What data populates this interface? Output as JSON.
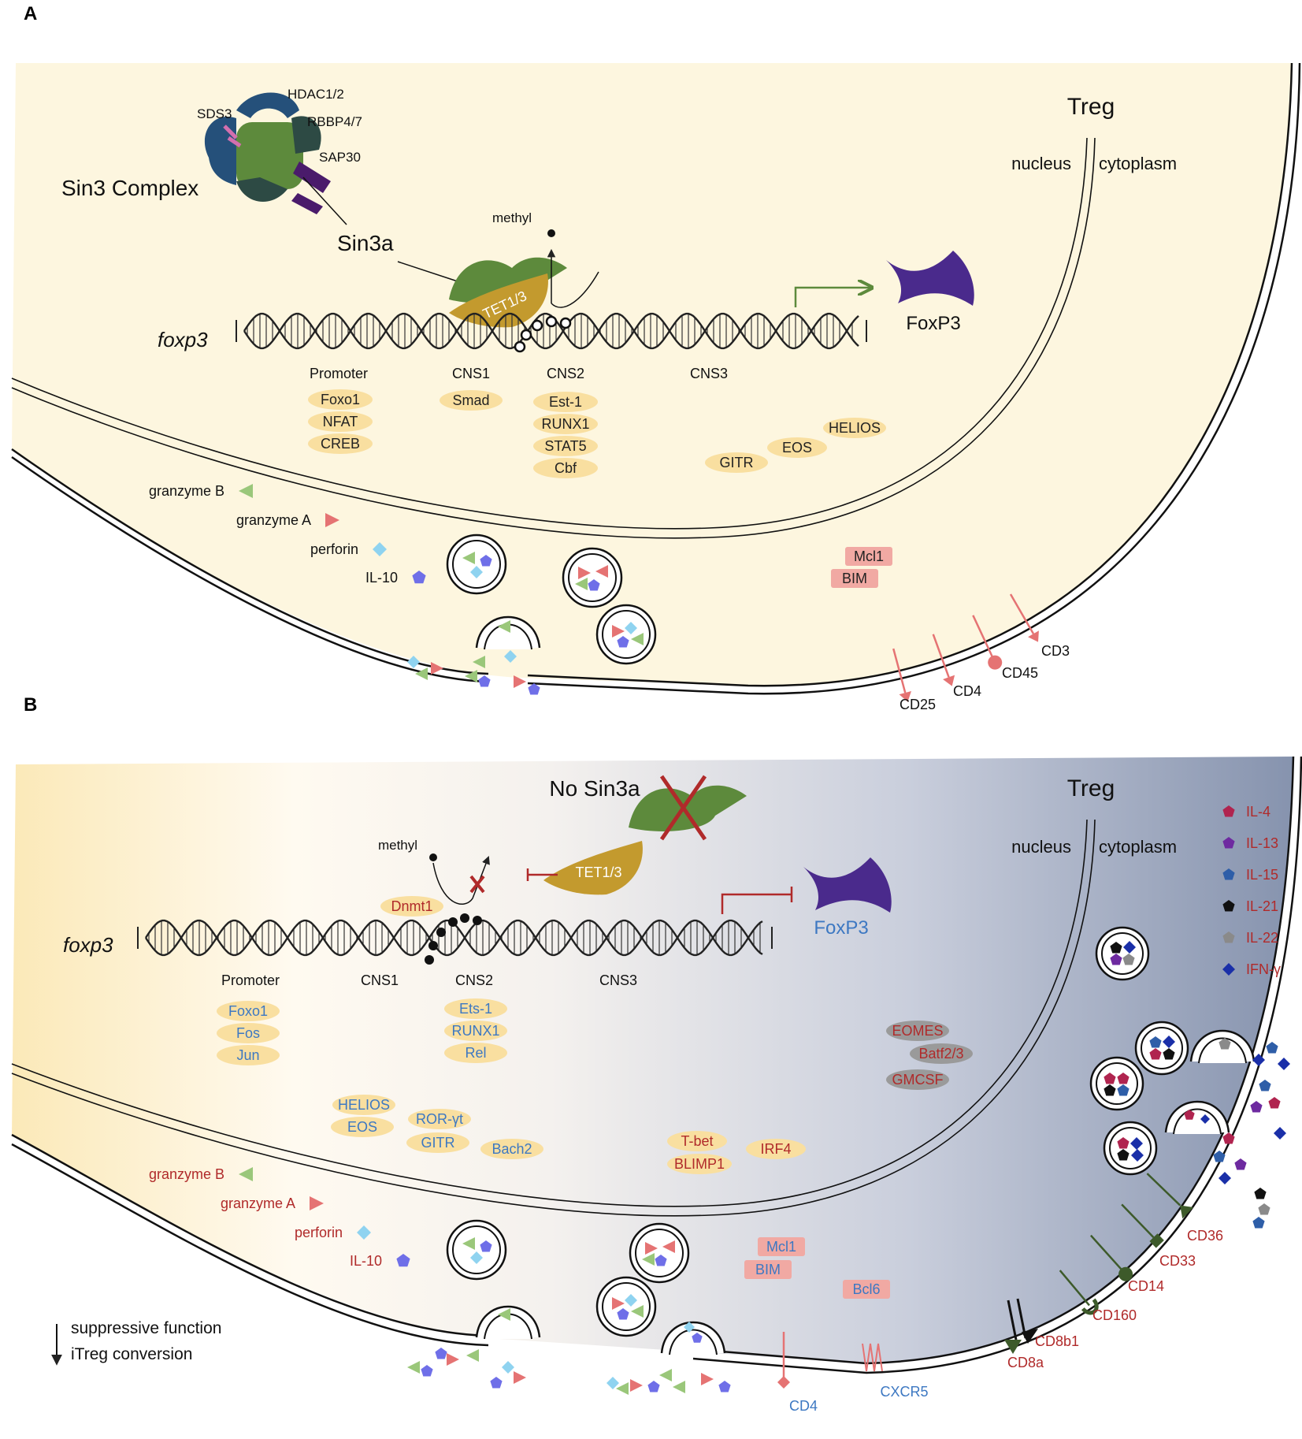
{
  "panel_a": {
    "letter": "A",
    "cell_label": "Treg",
    "nucleus_label": "nucleus",
    "cytoplasm_label": "cytoplasm",
    "complex_label": "Sin3 Complex",
    "subunits": [
      "HDAC1/2",
      "SDS3",
      "RBBP4/7",
      "SAP30"
    ],
    "sin3a_label": "Sin3a",
    "methyl_label": "methyl",
    "tet_label": "TET1/3",
    "gene_label": "foxp3",
    "product_label": "FoxP3",
    "regions": [
      "Promoter",
      "CNS1",
      "CNS2",
      "CNS3"
    ],
    "promoter_factors": [
      "Foxo1",
      "NFAT",
      "CREB"
    ],
    "cns1_factors": [
      "Smad"
    ],
    "cns2_factors": [
      "Est-1",
      "RUNX1",
      "STAT5",
      "Cbf"
    ],
    "cyto_factors": [
      "GITR",
      "EOS",
      "HELIOS"
    ],
    "apoptosis": [
      "Mcl1",
      "BIM"
    ],
    "effectors": [
      "granzyme B",
      "granzyme A",
      "perforin",
      "IL-10"
    ],
    "surface": [
      "CD25",
      "CD4",
      "CD45",
      "CD3"
    ]
  },
  "panel_b": {
    "letter": "B",
    "cell_label": "Treg",
    "nucleus_label": "nucleus",
    "cytoplasm_label": "cytoplasm",
    "no_sin3a_label": "No Sin3a",
    "methyl_label": "methyl",
    "tet_label": "TET1/3",
    "dnmt_label": "Dnmt1",
    "gene_label": "foxp3",
    "product_label": "FoxP3",
    "regions": [
      "Promoter",
      "CNS1",
      "CNS2",
      "CNS3"
    ],
    "promoter_factors": [
      "Foxo1",
      "Fos",
      "Jun"
    ],
    "cns2_factors": [
      "Ets-1",
      "RUNX1",
      "Rel"
    ],
    "grey_factors": [
      "EOMES",
      "Batf2/3",
      "GMCSF"
    ],
    "cyto_factors": [
      "HELIOS",
      "EOS",
      "ROR-γt",
      "GITR",
      "Bach2",
      "T-bet",
      "BLIMP1",
      "IRF4"
    ],
    "apoptosis": [
      "Mcl1",
      "BIM",
      "Bcl6"
    ],
    "effectors": [
      "granzyme B",
      "granzyme A",
      "perforin",
      "IL-10"
    ],
    "cytokines": [
      "IL-4",
      "IL-13",
      "IL-15",
      "IL-21",
      "IL-22",
      "IFN-γ"
    ],
    "surface": [
      "CD4",
      "CXCR5",
      "CD8a",
      "CD8b1",
      "CD160",
      "CD14",
      "CD33",
      "CD36"
    ],
    "legend": [
      "suppressive function",
      "iTreg conversion"
    ]
  },
  "colors": {
    "cell_fill": "#fdf6df",
    "factor_pill": "#f9dfa0",
    "apoptosis_box": "#f1a9a3",
    "grey_pill": "#9a9a9a",
    "sin3_green": "#5d8a3c",
    "tet_gold": "#c39a2e",
    "foxp3_purple": "#4a2a8c",
    "red_text": "#b02a2a",
    "blue_text": "#3d78c2",
    "granzyme_b": "#9ac77a",
    "granzyme_a": "#e57373",
    "perforin": "#8fd3f0",
    "il10": "#6f6fe8"
  }
}
